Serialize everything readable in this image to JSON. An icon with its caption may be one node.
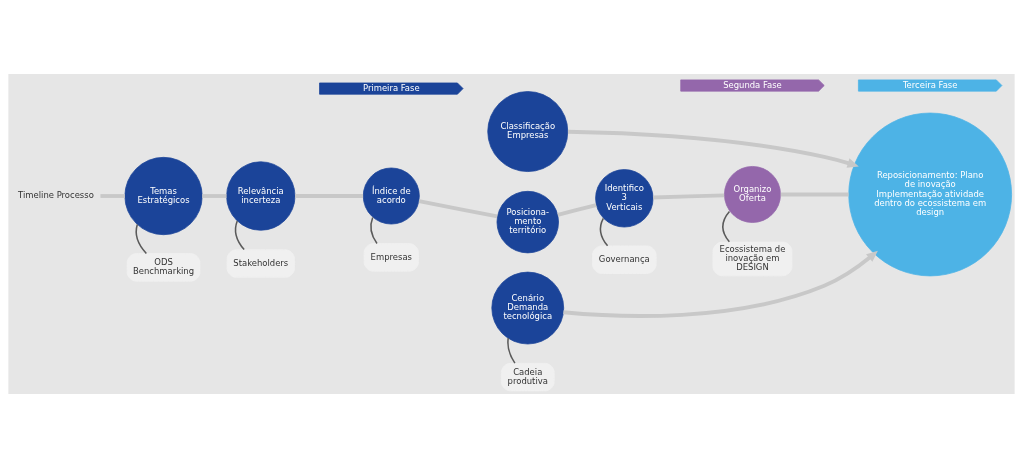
{
  "diagram": {
    "nodes": [
      {
        "text": [
          "Primeira Fase"
        ]
      },
      {
        "text": [
          "Segunda Fase"
        ]
      },
      {
        "text": [
          "Terceira Fase"
        ]
      },
      {
        "text": [
          "Timeline Processo"
        ]
      },
      {
        "text": [
          "Temas Estratégicos"
        ]
      },
      {
        "text": [
          "Relevância incerteza"
        ]
      },
      {
        "text": [
          "Índice de acordo"
        ]
      },
      {
        "text": [
          "Classificação Empresas"
        ]
      },
      {
        "text": [
          "Posiciona- mento território"
        ]
      },
      {
        "text": [
          "Cenário Demanda tecnológica"
        ]
      },
      {
        "text": [
          "Identifico 3 Verticais"
        ]
      },
      {
        "text": [
          "Organizo Oferta"
        ]
      },
      {
        "text": [
          "Reposicionamento: Plano de inovação Implementação atividade dentro do ecossistema em design"
        ]
      },
      {
        "text": [
          "ODS Benchmarking"
        ]
      },
      {
        "text": [
          "Stakeholders"
        ]
      },
      {
        "text": [
          "Empresas"
        ]
      },
      {
        "text": [
          "Cadeia produtiva"
        ]
      },
      {
        "text": [
          "Governança"
        ]
      },
      {
        "text": [
          "Ecossistema de inovação em DESIGN"
        ]
      }
    ],
    "edges": [
      {
        "from": 3,
        "to": 4,
        "arrow": "none"
      },
      {
        "from": 4,
        "to": 5,
        "arrow": "none"
      },
      {
        "from": 5,
        "to": 6,
        "arrow": "none"
      },
      {
        "from": 6,
        "to": 8,
        "arrow": "none"
      },
      {
        "from": 8,
        "to": 10,
        "arrow": "none"
      },
      {
        "from": 10,
        "to": 11,
        "arrow": "none"
      },
      {
        "from": 11,
        "to": 12,
        "arrow": "none"
      },
      {
        "from": 7,
        "to": 12,
        "arrow": "to"
      },
      {
        "from": 9,
        "to": 12,
        "arrow": "to"
      },
      {
        "from": 4,
        "to": 13,
        "arrow": "none",
        "color": "#5a5a5a"
      },
      {
        "from": 5,
        "to": 14,
        "arrow": "none",
        "color": "#5a5a5a"
      },
      {
        "from": 6,
        "to": 15,
        "arrow": "none",
        "color": "#5a5a5a"
      },
      {
        "from": 9,
        "to": 16,
        "arrow": "none",
        "color": "#5a5a5a"
      },
      {
        "from": 10,
        "to": 17,
        "arrow": "none",
        "color": "#5a5a5a"
      },
      {
        "from": 11,
        "to": 18,
        "arrow": "none",
        "color": "#5a5a5a"
      }
    ]
  }
}
